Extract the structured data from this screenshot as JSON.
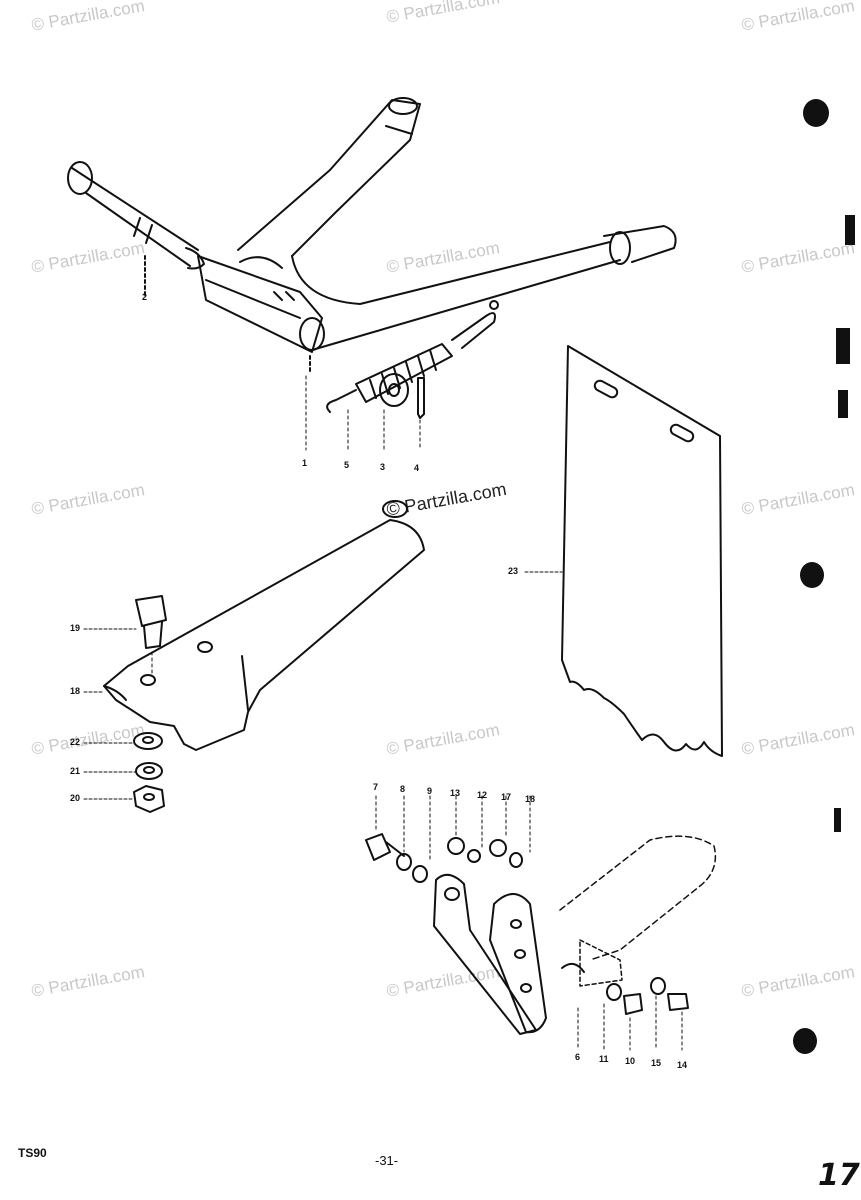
{
  "watermark": {
    "text": "© Partzilla.com",
    "center_text": "© Partzilla.com"
  },
  "labels": {
    "l2": "2",
    "l1": "1",
    "l5": "5",
    "l3": "3",
    "l4": "4",
    "l19": "19",
    "l18": "18",
    "l22": "22",
    "l21": "21",
    "l20": "20",
    "l23": "23",
    "top7": "7",
    "top8": "8",
    "top9": "9",
    "top13": "13",
    "top12": "12",
    "top17": "17",
    "top18": "18",
    "bot6": "6",
    "bot11": "11",
    "bot10": "10",
    "bot15": "15",
    "bot14": "14"
  },
  "footer": {
    "model": "TS90",
    "page": "-31-",
    "sheet": "17"
  }
}
